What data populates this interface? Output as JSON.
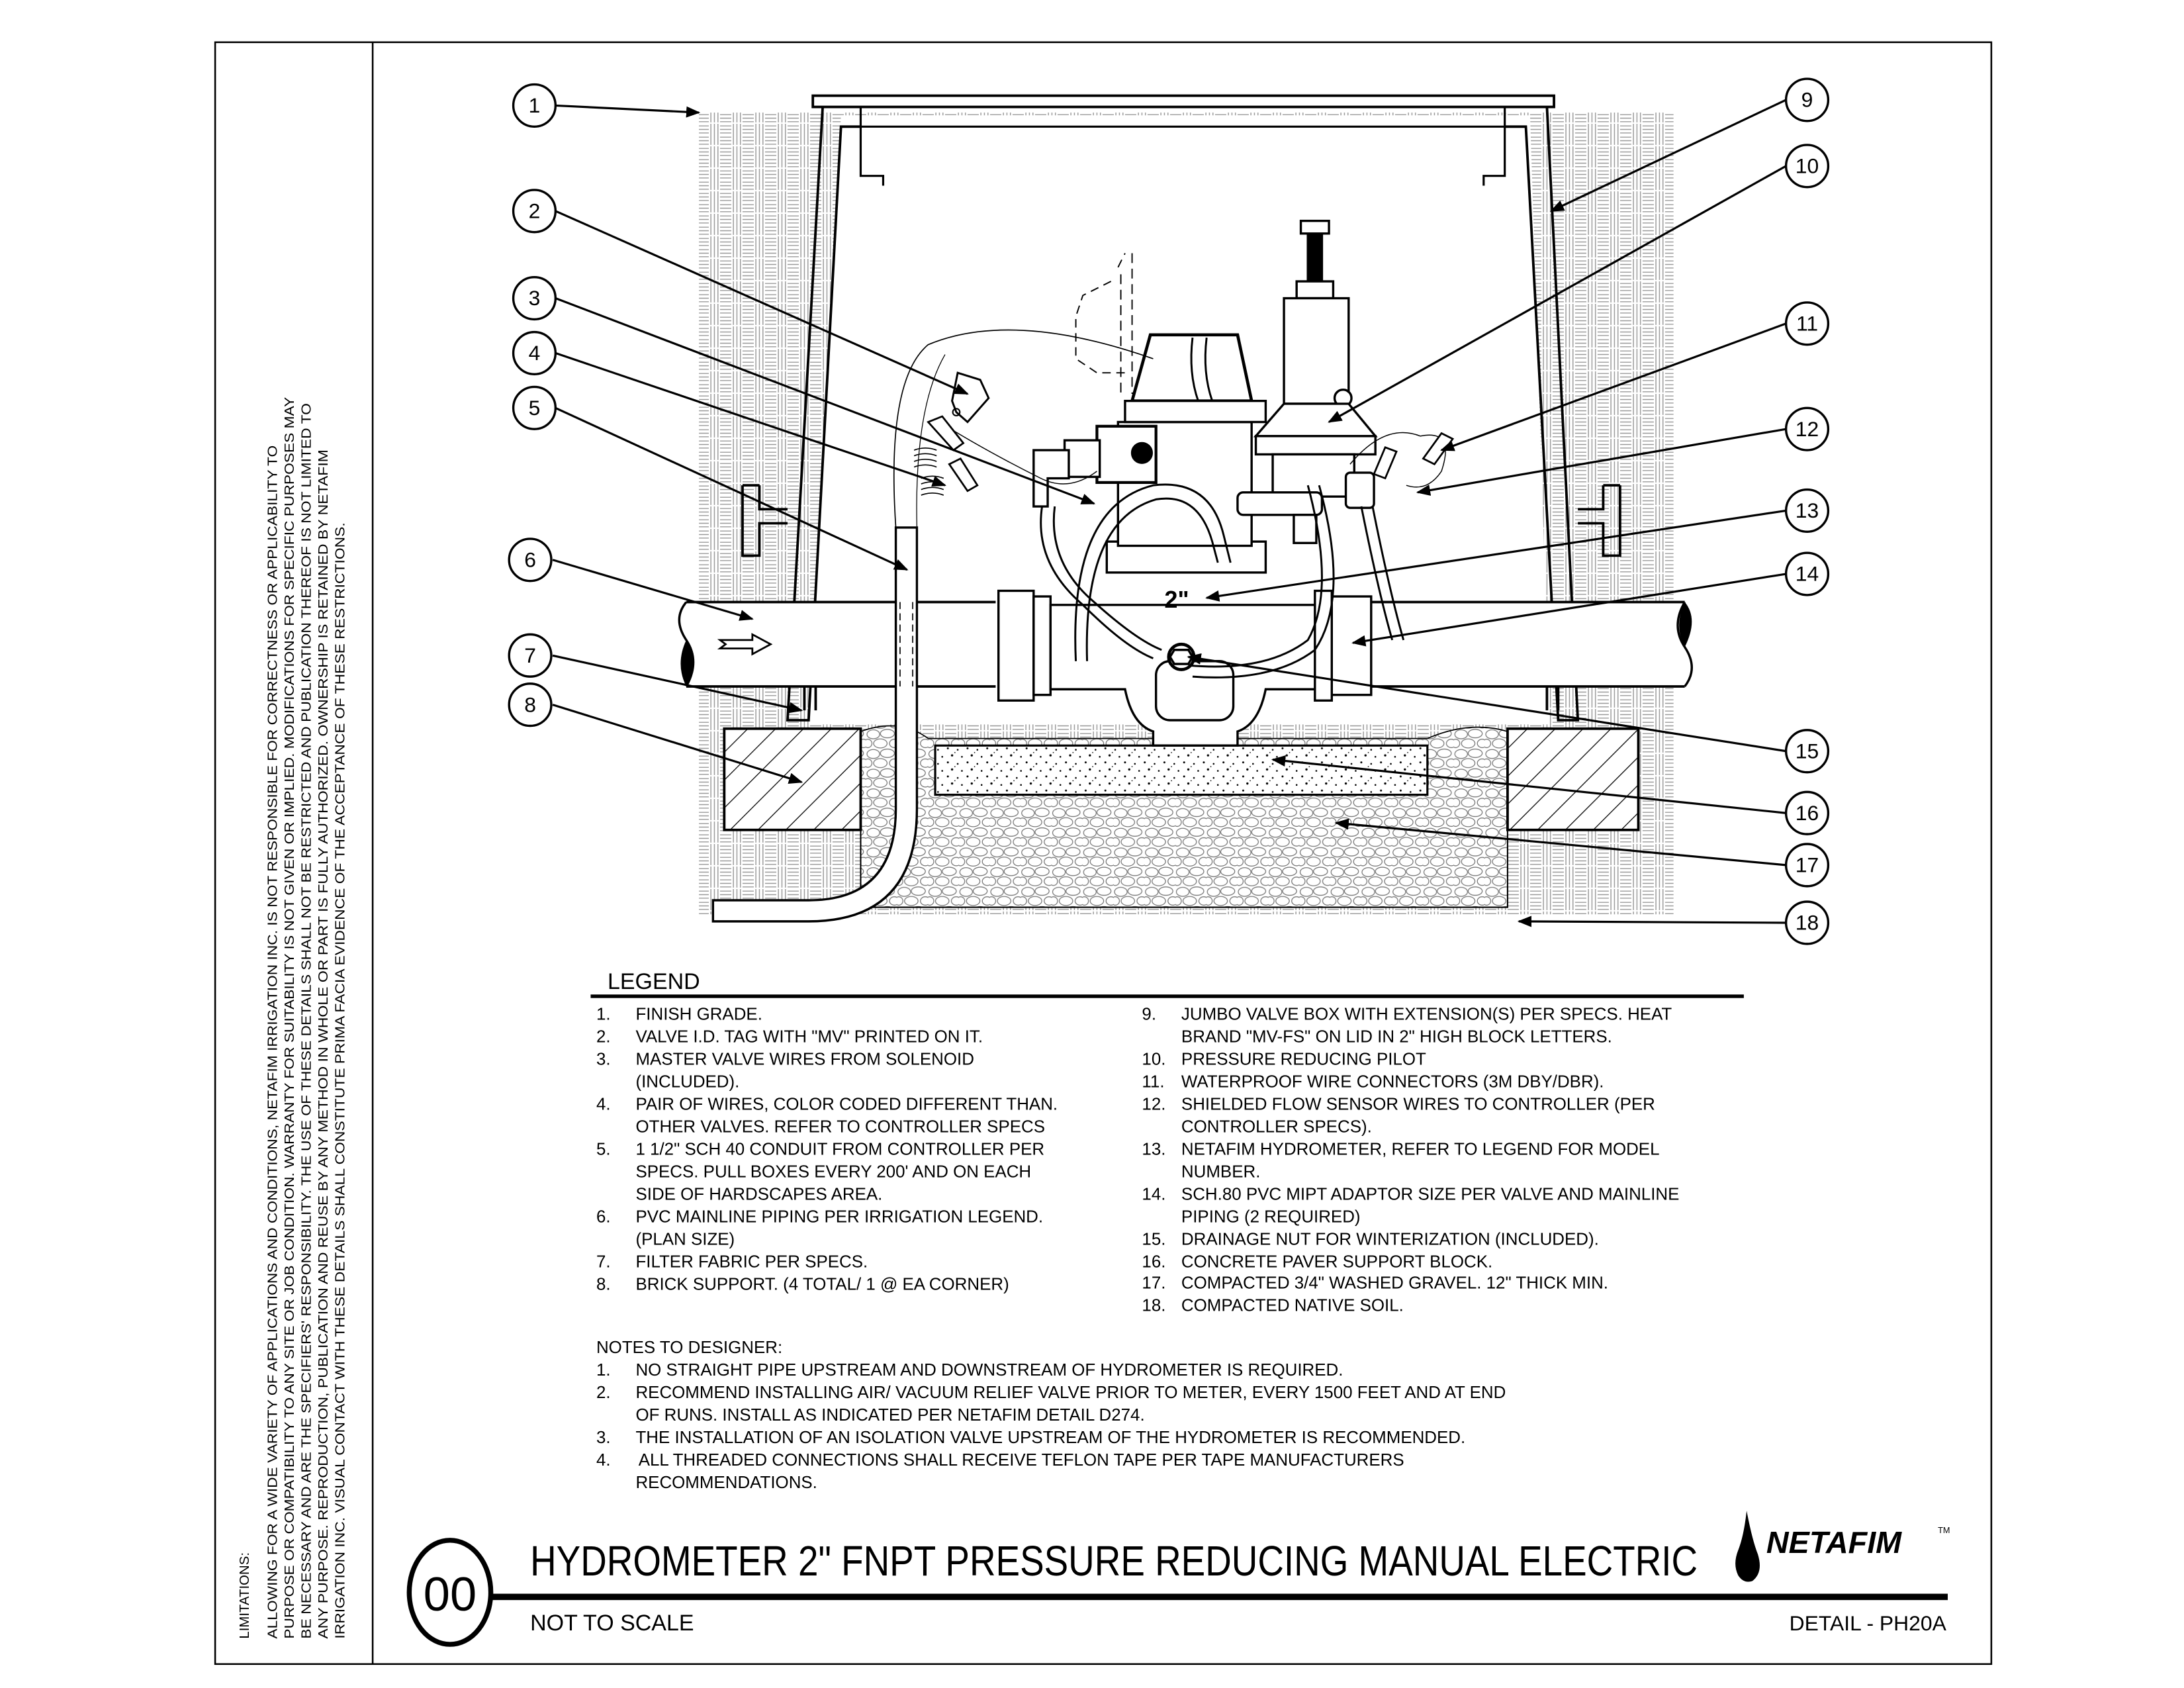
{
  "limitations": {
    "heading": "LIMITATIONS:",
    "lines": [
      "ALLOWING FOR A WIDE VARIETY OF APPLICATIONS AND CONDITIONS, NETAFIM IRRIGATION INC. IS NOT RESPONSIBLE FOR CORRECTNESS OR APPLICABILITY TO",
      "PURPOSE OR COMPATIBILITY TO ANY SITE OR JOB CONDITION. WARRANTY FOR SUITABILITY IS NOT GIVEN OR IMPLIED. MODIFICATIONS FOR SPECIFIC PURPOSES MAY",
      "BE NECESSARY AND ARE THE SPECIFIERS' RESPONSIBILITY. THE USE OF THESE DETAILS SHALL NOT BE RESTRICTED AND PUBLICATION THEREOF IS NOT LIMITED TO",
      "ANY PURPOSE.  REPRODUCTION, PUBLICATION AND REUSE BY ANY METHOD IN WHOLE OR PART IS FULLY AUTHORIZED. OWNERSHIP IS RETAINED BY NETAFIM",
      "IRRIGATION INC.  VISUAL CONTACT WITH THESE DETAILS SHALL CONSTITUTE PRIMA FACIA EVIDENCE OF THE ACCEPTANCE OF THESE RESTRICTIONS."
    ]
  },
  "drawing": {
    "device_size_label": "2\"",
    "callouts": [
      "1",
      "2",
      "3",
      "4",
      "5",
      "6",
      "7",
      "8",
      "9",
      "10",
      "11",
      "12",
      "13",
      "14",
      "15",
      "16",
      "17",
      "18"
    ]
  },
  "legend": {
    "title": "LEGEND",
    "left": [
      {
        "num": "1.",
        "lines": [
          "FINISH GRADE."
        ]
      },
      {
        "num": "2.",
        "lines": [
          "VALVE I.D. TAG WITH \"MV\" PRINTED ON IT."
        ]
      },
      {
        "num": "3.",
        "lines": [
          "MASTER VALVE WIRES FROM SOLENOID",
          "(INCLUDED)."
        ]
      },
      {
        "num": "4.",
        "lines": [
          "PAIR OF WIRES, COLOR CODED DIFFERENT THAN.",
          "OTHER VALVES. REFER TO CONTROLLER SPECS"
        ]
      },
      {
        "num": "5.",
        "lines": [
          "1 1/2\" SCH 40 CONDUIT FROM CONTROLLER PER",
          "SPECS. PULL BOXES EVERY 200' AND ON EACH",
          "SIDE OF HARDSCAPES AREA."
        ]
      },
      {
        "num": "6.",
        "lines": [
          "PVC MAINLINE PIPING PER IRRIGATION LEGEND.",
          "(PLAN SIZE)"
        ]
      },
      {
        "num": "7.",
        "lines": [
          "FILTER FABRIC PER SPECS."
        ]
      },
      {
        "num": "8.",
        "lines": [
          "BRICK SUPPORT. (4 TOTAL/ 1 @ EA CORNER)"
        ]
      }
    ],
    "right": [
      {
        "num": "9.",
        "lines": [
          "JUMBO VALVE BOX WITH EXTENSION(S) PER SPECS. HEAT",
          "BRAND \"MV-FS\" ON LID IN 2\" HIGH BLOCK LETTERS."
        ]
      },
      {
        "num": "10.",
        "lines": [
          "PRESSURE REDUCING PILOT"
        ]
      },
      {
        "num": "11.",
        "lines": [
          "WATERPROOF WIRE CONNECTORS  (3M DBY/DBR)."
        ]
      },
      {
        "num": "12.",
        "lines": [
          "SHIELDED FLOW SENSOR WIRES TO CONTROLLER (PER",
          "CONTROLLER SPECS)."
        ]
      },
      {
        "num": "13.",
        "lines": [
          "NETAFIM HYDROMETER, REFER TO LEGEND FOR MODEL",
          "NUMBER."
        ]
      },
      {
        "num": "14.",
        "lines": [
          "SCH.80 PVC  MIPT ADAPTOR SIZE PER VALVE AND MAINLINE",
          "PIPING (2 REQUIRED)"
        ]
      },
      {
        "num": "15.",
        "lines": [
          "DRAINAGE NUT FOR WINTERIZATION (INCLUDED)."
        ]
      },
      {
        "num": "16.",
        "lines": [
          "CONCRETE PAVER SUPPORT BLOCK."
        ]
      },
      {
        "num": "17.",
        "lines": [
          "COMPACTED 3/4\" WASHED GRAVEL. 12\" THICK MIN."
        ]
      },
      {
        "num": "18.",
        "lines": [
          "COMPACTED NATIVE SOIL."
        ]
      }
    ]
  },
  "notes": {
    "title": "NOTES TO DESIGNER:",
    "items": [
      {
        "num": "1.",
        "lines": [
          "NO STRAIGHT PIPE UPSTREAM AND DOWNSTREAM OF HYDROMETER IS REQUIRED."
        ]
      },
      {
        "num": "2.",
        "lines": [
          "RECOMMEND INSTALLING AIR/ VACUUM RELIEF VALVE PRIOR TO METER, EVERY 1500 FEET AND AT END",
          "OF RUNS. INSTALL AS INDICATED PER NETAFIM DETAIL D274."
        ]
      },
      {
        "num": "3.",
        "lines": [
          "THE INSTALLATION OF AN ISOLATION VALVE UPSTREAM OF THE HYDROMETER IS RECOMMENDED."
        ]
      },
      {
        "num": "4.",
        "lines": [
          "ALL THREADED CONNECTIONS SHALL RECEIVE TEFLON TAPE PER TAPE MANUFACTURERS",
          "RECOMMENDATIONS."
        ]
      }
    ]
  },
  "title_block": {
    "detail_number": "00",
    "title": "HYDROMETER 2\" FNPT PRESSURE REDUCING MANUAL ELECTRIC",
    "scale": "NOT  TO  SCALE",
    "detail_id": "DETAIL - PH20A",
    "logo_text": "NETAFIM",
    "logo_tm": "TM"
  }
}
